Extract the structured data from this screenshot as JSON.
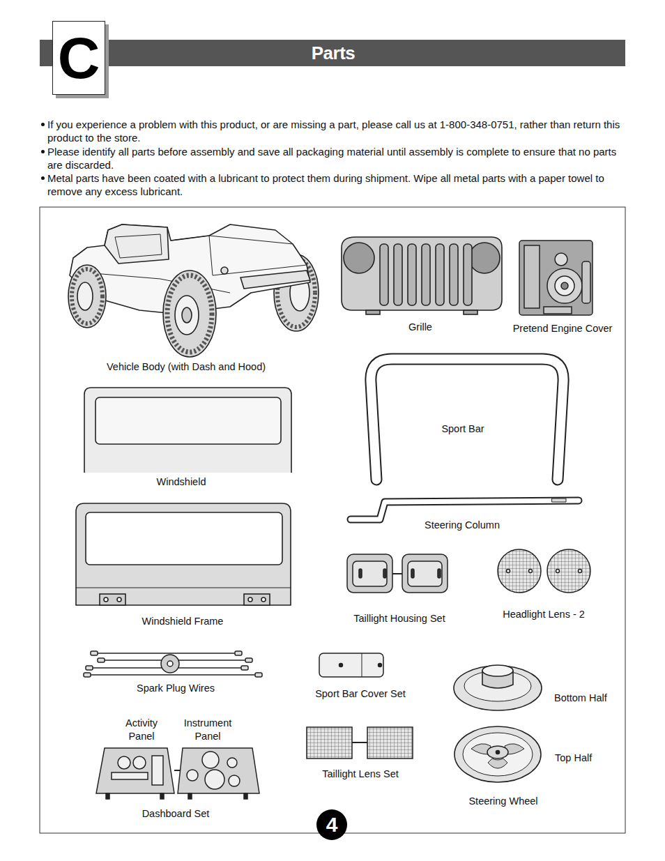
{
  "diagram": {
    "title": "Parts",
    "nodes": [
      {
        "text": [
          "C"
        ]
      },
      {
        "text": [
          "4"
        ]
      }
    ],
    "labels": [
      "If you experience a problem with this product, or are missing a part, please call us at 1-800-348-0751, rather than return this product to the store.",
      "Please identify all parts before assembly and save all packaging material until assembly is complete to ensure that no parts are discarded.",
      "Metal parts have been coated with a lubricant to protect them during shipment. Wipe all metal parts with a paper towel to remove any excess lubricant.",
      "Vehicle Body (with Dash and Hood)",
      "Grille",
      "Pretend Engine Cover",
      "Windshield",
      "Sport Bar",
      "Steering Column",
      "Windshield Frame",
      "Taillight Housing Set",
      "Headlight Lens - 2",
      "Spark Plug Wires",
      "Sport Bar Cover Set",
      "Bottom Half",
      "Activity Panel",
      "Instrument Panel",
      "Top Half",
      "Taillight Lens Set",
      "Steering Wheel",
      "Dashboard Set"
    ]
  }
}
